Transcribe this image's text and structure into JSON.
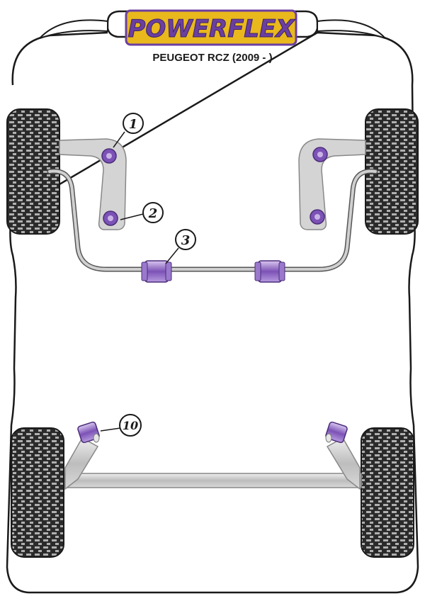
{
  "header": {
    "brand": "POWERFLEX",
    "model": "PEUGEOT RCZ (2009 - )"
  },
  "callouts": [
    {
      "label": "1"
    },
    {
      "label": "2"
    },
    {
      "label": "3"
    },
    {
      "label": "10"
    }
  ],
  "colors": {
    "logo_gold": "#e9b81c",
    "logo_purple": "#6b3fa0",
    "bush_purple": "#7c52b6",
    "bush_light": "#c9b3e6",
    "frame_grey": "#d4d4d4",
    "tyre_dark": "#2b2b2b",
    "tyre_light": "#a9a9a9",
    "outline": "#1a1a1a"
  }
}
